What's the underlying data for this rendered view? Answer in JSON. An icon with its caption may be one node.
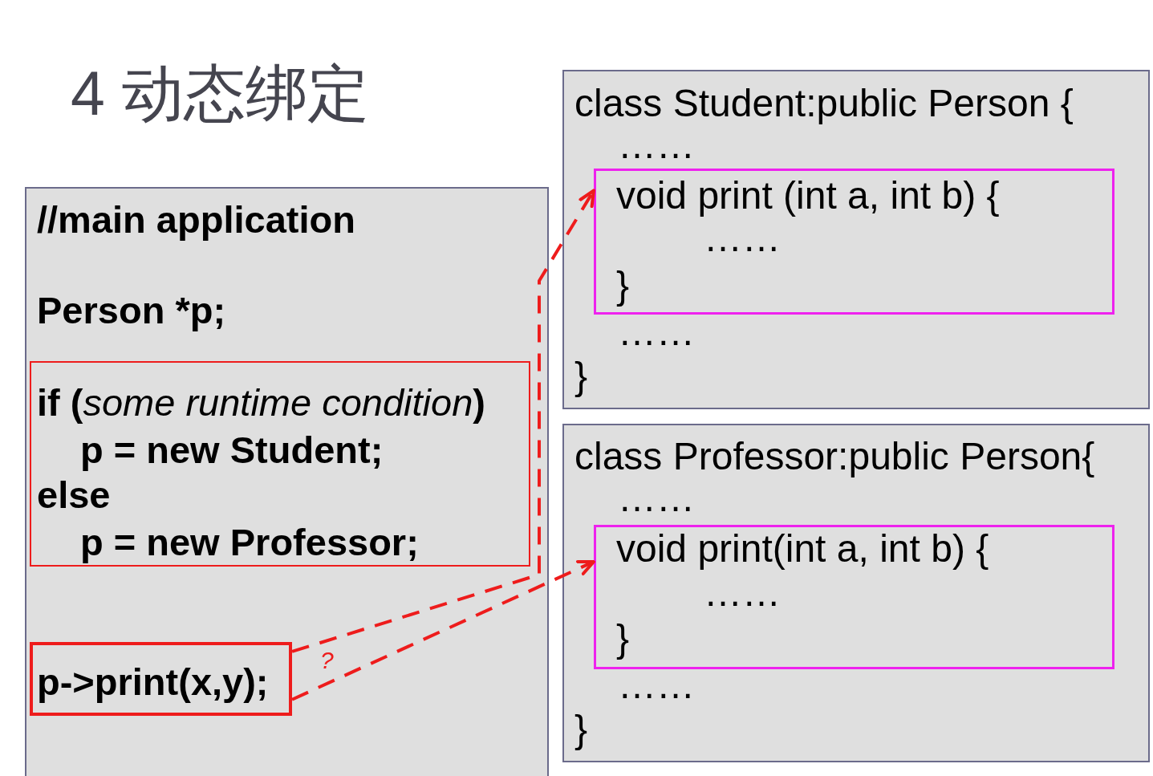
{
  "diagram": {
    "title": "4 动态绑定",
    "nodes": [
      {
        "text": [
          "//main application",
          "Person *p;"
        ]
      },
      {
        "text": [
          "if (*some runtime condition*)",
          "p = new Student;",
          "else",
          "p = new Professor;"
        ],
        "in": 0
      },
      {
        "text": [
          "p->print(x,y);"
        ],
        "in": 0
      },
      {
        "text": [
          "class Student:public Person {",
          "……",
          "……",
          "}"
        ]
      },
      {
        "text": [
          "void print (int a, int b) {",
          "……",
          "}"
        ],
        "in": 3
      },
      {
        "text": [
          "class Professor:public Person{",
          "……",
          "……",
          "}"
        ]
      },
      {
        "text": [
          "void print(int a, int b) {",
          "……",
          "}"
        ],
        "in": 5
      }
    ],
    "edges": [
      {
        "from": 2,
        "to": 4,
        "arrow": "to",
        "style": "dashed"
      },
      {
        "from": 2,
        "to": 6,
        "arrow": "to",
        "style": "dashed"
      }
    ],
    "labels": [
      "?"
    ]
  }
}
